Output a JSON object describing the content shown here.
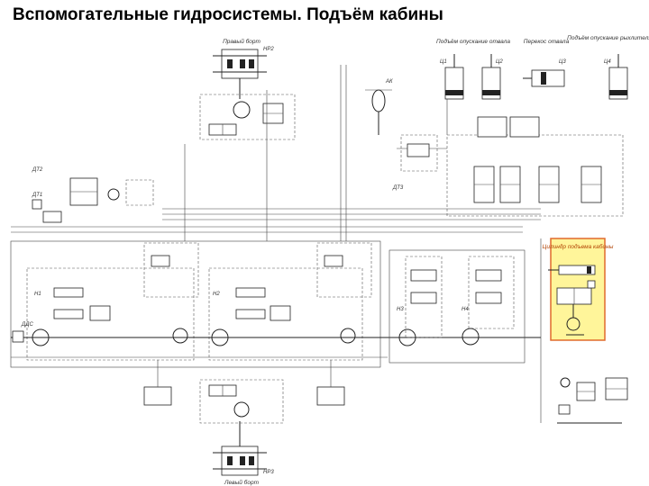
{
  "slide": {
    "title": "Вспомогательные гидросистемы. Подъём кабины"
  },
  "diagram": {
    "labels": {
      "right_board": "Правый борт",
      "left_board": "Левый борт",
      "lift_lower_1": "Подъём опускание отвала",
      "shift_blade": "Перекос отвала",
      "lift_lower_2": "Подъём опускание рыхлителя",
      "cab_cylinder": "Цилиндр подъема кабины",
      "nr2": "НР2",
      "nr3": "НР3",
      "dds": "ДДС",
      "dt1": "ДТ1",
      "dt2": "ДТ2",
      "dt3": "ДТ3",
      "ak": "АК",
      "n1": "Н1",
      "n2": "Н2",
      "n3": "Н3",
      "n4": "Н4",
      "c1": "Ц1",
      "c2": "Ц2",
      "c3": "Ц3",
      "c4": "Ц4"
    },
    "highlight_color": "#fff59a",
    "highlight_border": "#e06a2c"
  }
}
